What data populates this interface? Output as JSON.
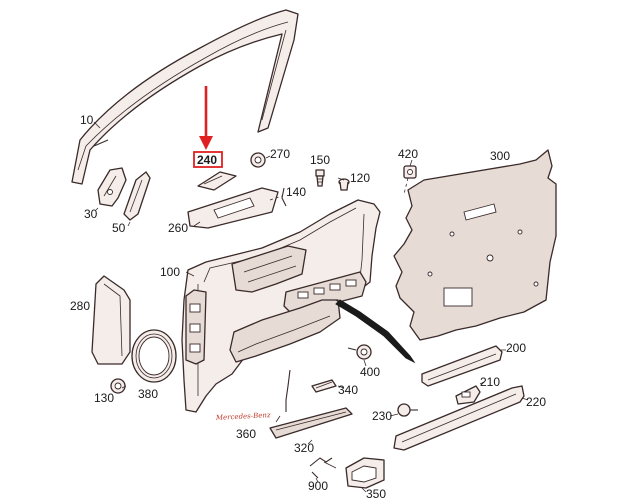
{
  "labels": {
    "p10": "10",
    "p30": "30",
    "p50": "50",
    "p100": "100",
    "p120": "120",
    "p130": "130",
    "p140": "140",
    "p150": "150",
    "p200": "200",
    "p210": "210",
    "p220": "220",
    "p230": "230",
    "p240": "240",
    "p260": "260",
    "p270": "270",
    "p280": "280",
    "p300": "300",
    "p320": "320",
    "p340": "340",
    "p350": "350",
    "p360": "360",
    "p380": "380",
    "p400": "400",
    "p420": "420",
    "p900": "900"
  },
  "colors": {
    "highlight": "#e02020",
    "line": "#3a2a2a",
    "fill": "#f4ede9"
  },
  "highlighted_part": "240"
}
